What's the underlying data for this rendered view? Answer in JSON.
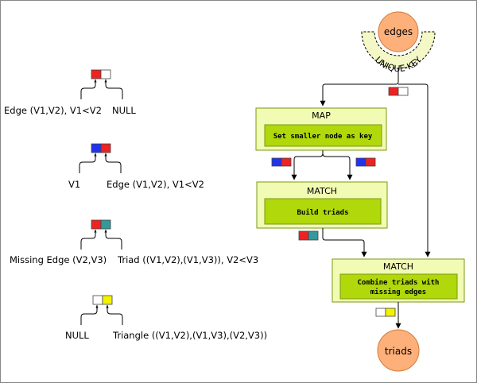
{
  "colors": {
    "red": "#ee2222",
    "blue": "#2233ee",
    "teal": "#33999a",
    "yellow": "#f3f300",
    "white": "#ffffff",
    "node_fill": "#fdb07a",
    "node_stroke": "#d07a3a",
    "outer_box": "#f1fbb3",
    "inner_box": "#b0d80a",
    "box_stroke": "#7a9a10",
    "key_band": "#f4f8c6"
  },
  "legend": [
    {
      "key_color": "red",
      "value_color": "white",
      "left_label": "Edge (V1,V2), V1<V2",
      "right_label": "NULL"
    },
    {
      "key_color": "blue",
      "value_color": "red",
      "left_label": "V1",
      "right_label": "Edge (V1,V2), V1<V2"
    },
    {
      "key_color": "red",
      "value_color": "teal",
      "left_label": "Missing Edge (V2,V3)",
      "right_label": "Triad  ((V1,V2),(V1,V3)), V2<V3"
    },
    {
      "key_color": "white",
      "value_color": "yellow",
      "left_label": "NULL",
      "right_label": "Triangle ((V1,V2),(V1,V3),(V2,V3))"
    }
  ],
  "flow": {
    "source_node": "edges",
    "source_tag": "UNIQUE-KEY",
    "sink_node": "triads",
    "map_box": {
      "title": "MAP",
      "step": "Set smaller node as key"
    },
    "match1_box": {
      "title": "MATCH",
      "step": "Build triads"
    },
    "match2_box": {
      "title": "MATCH",
      "step_lines": [
        "Combine triads with",
        "missing edges"
      ]
    }
  }
}
